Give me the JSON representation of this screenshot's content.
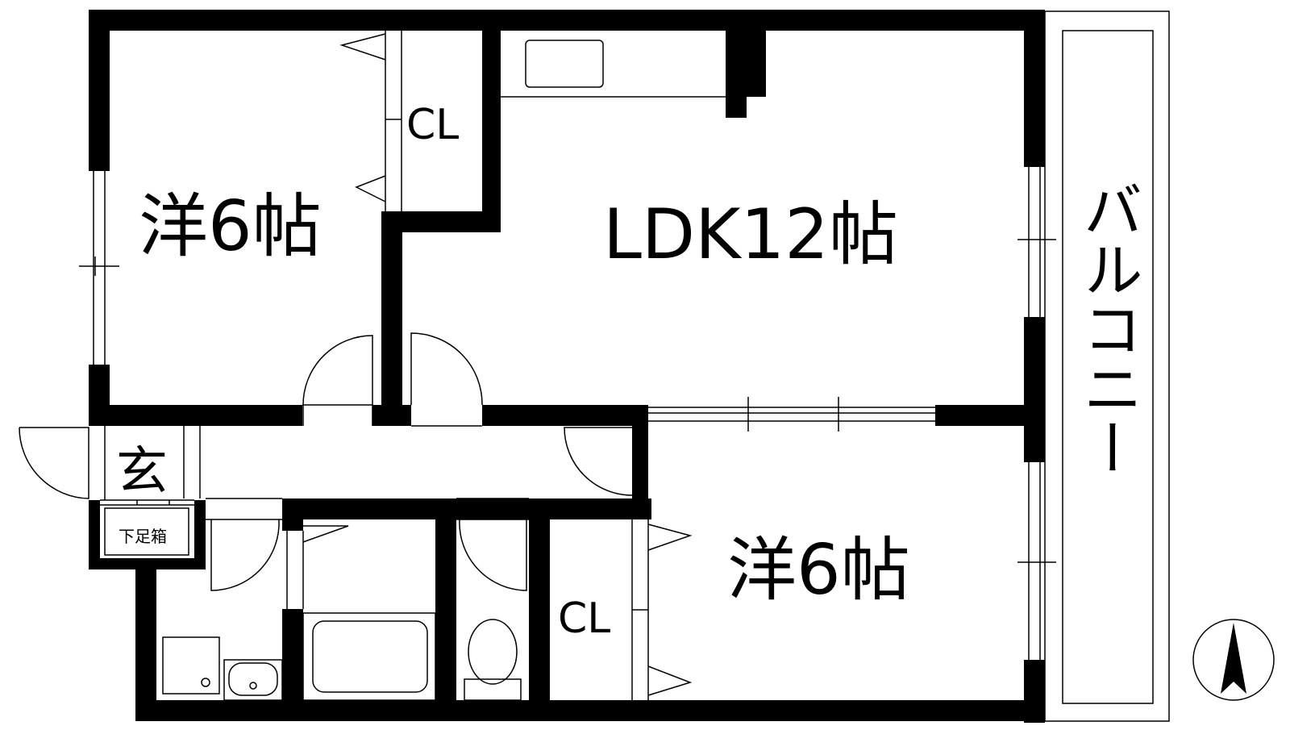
{
  "rooms": {
    "western_room_top": "洋6帖",
    "ldk": "LDK12帖",
    "western_room_bottom": "洋6帖",
    "balcony": "バルコニー",
    "entrance": "玄",
    "shoe_cabinet": "下足箱",
    "closet_top": "CL",
    "closet_bottom": "CL"
  },
  "compass": {
    "icon": "north-arrow-icon"
  },
  "colors": {
    "wall": "#000000",
    "background": "#ffffff",
    "line": "#000000"
  }
}
